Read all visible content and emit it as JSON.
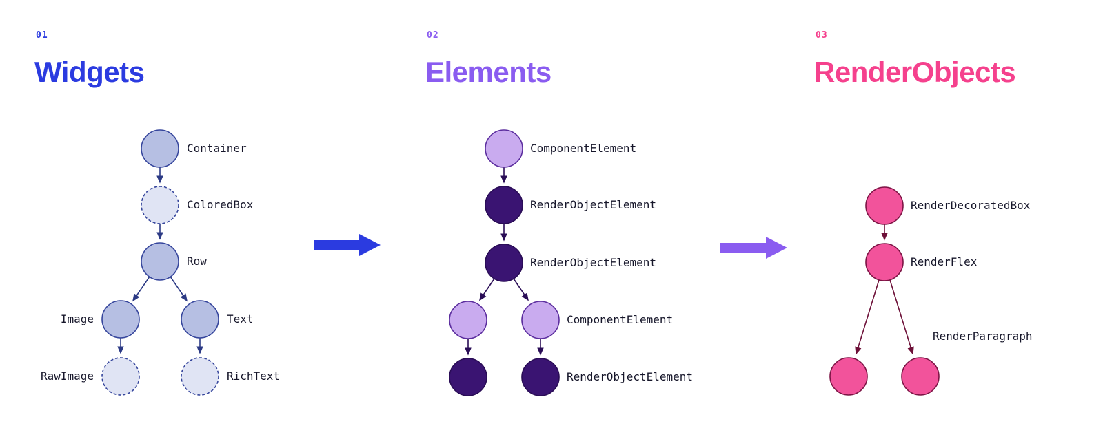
{
  "palette": {
    "widgets_accent": "#2b3be0",
    "elements_accent": "#8a5cf0",
    "renderobjects_accent": "#f5418d",
    "widget_node_fill": "#b6bfe3",
    "widget_node_dashed_fill": "#e0e4f4",
    "widget_node_stroke": "#35459c",
    "element_light_fill": "#c9abef",
    "element_dark_fill": "#3a1472",
    "render_node_fill": "#f2539b",
    "render_node_stroke": "#7c1344",
    "label_color": "#16162a"
  },
  "columns": [
    {
      "number": "01",
      "title": "Widgets"
    },
    {
      "number": "02",
      "title": "Elements"
    },
    {
      "number": "03",
      "title": "RenderObjects"
    }
  ],
  "widgets_tree": {
    "container": "Container",
    "coloredbox": "ColoredBox",
    "row": "Row",
    "image": "Image",
    "text": "Text",
    "rawimage": "RawImage",
    "richtext": "RichText"
  },
  "elements_tree": {
    "component_top": "ComponentElement",
    "roe1": "RenderObjectElement",
    "roe2": "RenderObjectElement",
    "component_mid": "ComponentElement",
    "roe3": "RenderObjectElement"
  },
  "renderobjects_tree": {
    "decoratedbox": "RenderDecoratedBox",
    "flex": "RenderFlex",
    "paragraph": "RenderParagraph"
  }
}
